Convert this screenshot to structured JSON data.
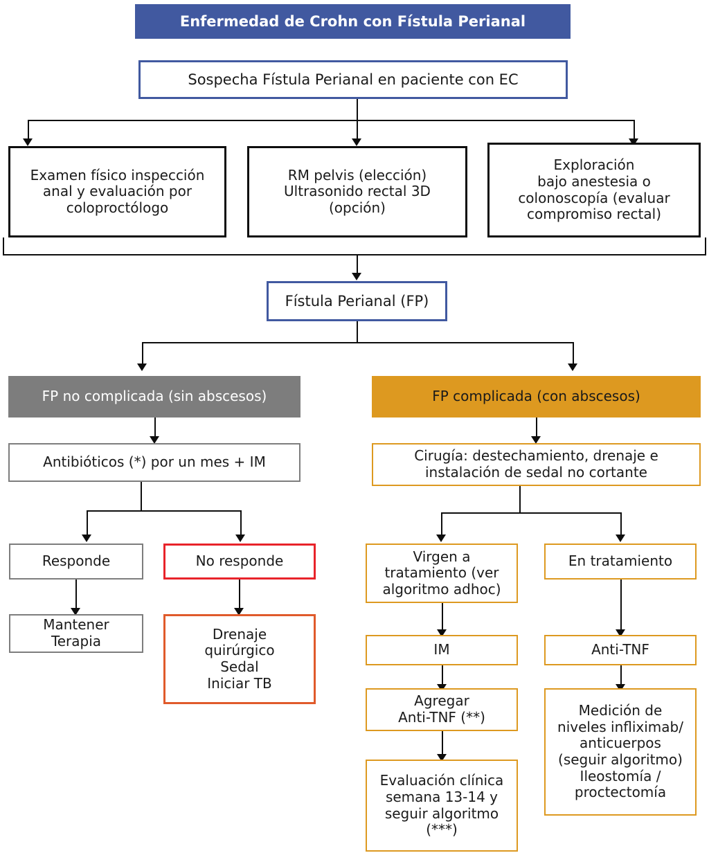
{
  "chart_data": {
    "type": "diagram",
    "title": "Enfermedad de Crohn con Fístula Perianal",
    "diagram_kind": "clinical-algorithm-flowchart",
    "language": "es",
    "colors": {
      "banner_blue": "#4159a0",
      "gray_header": "#7d7d7d",
      "orange_header": "#dd9920",
      "orange_border": "#dd9920",
      "red_border": "#e8232a",
      "red_orange_border": "#e05a2b",
      "black_border": "#0d0d0d"
    },
    "nodes": [
      {
        "id": "title",
        "label": "Enfermedad de Crohn con Fístula Perianal",
        "style": "banner"
      },
      {
        "id": "suspect",
        "label": "Sospecha Fístula Perianal en paciente con EC",
        "style": "blue-box"
      },
      {
        "id": "exam",
        "label": "Examen físico inspección\nanal y  evaluación por\ncoloproctólogo",
        "style": "black-box"
      },
      {
        "id": "imaging",
        "label": "RM pelvis (elección)\nUltrasonido rectal 3D\n(opción)",
        "style": "black-box"
      },
      {
        "id": "eua",
        "label": "Exploración\nbajo anestesia o\ncolonoscopía (evaluar\ncompromiso rectal)",
        "style": "black-box"
      },
      {
        "id": "fp",
        "label": "Fístula Perianal (FP)",
        "style": "blue-box"
      },
      {
        "id": "fp-simple",
        "label": "FP no complicada (sin abscesos)",
        "style": "gray-head"
      },
      {
        "id": "fp-complex",
        "label": "FP complicada (con abscesos)",
        "style": "orange-head"
      },
      {
        "id": "antibiotics",
        "label": "Antibióticos (*) por un mes + IM",
        "style": "gray-box"
      },
      {
        "id": "surgery",
        "label": "Cirugía: destechamiento, drenaje e\ninstalación de sedal no cortante",
        "style": "orange-box"
      },
      {
        "id": "responds",
        "label": "Responde",
        "style": "gray-box"
      },
      {
        "id": "no-responds",
        "label": "No responde",
        "style": "red-box"
      },
      {
        "id": "maintain",
        "label": "Mantener\nTerapia",
        "style": "gray-box"
      },
      {
        "id": "drainage",
        "label": "Drenaje\nquirúrgico\nSedal\nIniciar TB",
        "style": "redorange-box"
      },
      {
        "id": "naive",
        "label": "Virgen a\ntratamiento (ver\nalgoritmo adhoc)",
        "style": "orange-box"
      },
      {
        "id": "on-treatment",
        "label": "En tratamiento",
        "style": "orange-box"
      },
      {
        "id": "im",
        "label": "IM",
        "style": "orange-box"
      },
      {
        "id": "anti-tnf",
        "label": "Anti-TNF",
        "style": "orange-box"
      },
      {
        "id": "add-anti-tnf",
        "label": "Agregar\nAnti-TNF (**)",
        "style": "orange-box"
      },
      {
        "id": "levels",
        "label": "Medición de\nniveles infliximab/\nanticuerpos\n(seguir algoritmo)\nIleostomía /\nproctectomía",
        "style": "orange-box"
      },
      {
        "id": "eval",
        "label": "Evaluación clínica\nsemana 13-14 y\nseguir algoritmo\n(***)",
        "style": "orange-box"
      }
    ],
    "edges": [
      {
        "from": "suspect",
        "to": "exam"
      },
      {
        "from": "suspect",
        "to": "imaging"
      },
      {
        "from": "suspect",
        "to": "eua"
      },
      {
        "from": "exam",
        "to": "fp"
      },
      {
        "from": "imaging",
        "to": "fp"
      },
      {
        "from": "eua",
        "to": "fp"
      },
      {
        "from": "fp",
        "to": "fp-simple"
      },
      {
        "from": "fp",
        "to": "fp-complex"
      },
      {
        "from": "fp-simple",
        "to": "antibiotics"
      },
      {
        "from": "fp-complex",
        "to": "surgery"
      },
      {
        "from": "antibiotics",
        "to": "responds"
      },
      {
        "from": "antibiotics",
        "to": "no-responds"
      },
      {
        "from": "responds",
        "to": "maintain"
      },
      {
        "from": "no-responds",
        "to": "drainage"
      },
      {
        "from": "surgery",
        "to": "naive"
      },
      {
        "from": "surgery",
        "to": "on-treatment"
      },
      {
        "from": "naive",
        "to": "im"
      },
      {
        "from": "im",
        "to": "add-anti-tnf"
      },
      {
        "from": "add-anti-tnf",
        "to": "eval"
      },
      {
        "from": "on-treatment",
        "to": "anti-tnf"
      },
      {
        "from": "anti-tnf",
        "to": "levels"
      }
    ]
  },
  "title": {
    "text": "Enfermedad de Crohn con Fístula Perianal"
  },
  "nodes": {
    "suspect": "Sospecha Fístula Perianal en paciente con EC",
    "exam": "Examen físico inspección\nanal y  evaluación por\ncoloproctólogo",
    "imaging": "RM pelvis (elección)\nUltrasonido rectal 3D\n(opción)",
    "eua": "Exploración\nbajo anestesia o\ncolonoscopía (evaluar\ncompromiso rectal)",
    "fp": "Fístula Perianal (FP)",
    "fp_simple": "FP no complicada (sin abscesos)",
    "fp_complex": "FP complicada (con abscesos)",
    "antibiotics": "Antibióticos (*) por un mes + IM",
    "surgery": "Cirugía: destechamiento, drenaje e\ninstalación de sedal no cortante",
    "responds": "Responde",
    "no_responds": "No responde",
    "maintain": "Mantener\nTerapia",
    "drainage": "Drenaje\nquirúrgico\nSedal\nIniciar TB",
    "naive": "Virgen a\ntratamiento (ver\nalgoritmo adhoc)",
    "on_treatment": "En tratamiento",
    "im": "IM",
    "anti_tnf": "Anti-TNF",
    "add_anti_tnf": "Agregar\nAnti-TNF (**)",
    "levels": "Medición de\nniveles infliximab/\nanticuerpos\n(seguir algoritmo)\nIleostomía /\nproctectomía",
    "eval": "Evaluación clínica\nsemana 13-14 y\nseguir algoritmo\n(***)"
  }
}
